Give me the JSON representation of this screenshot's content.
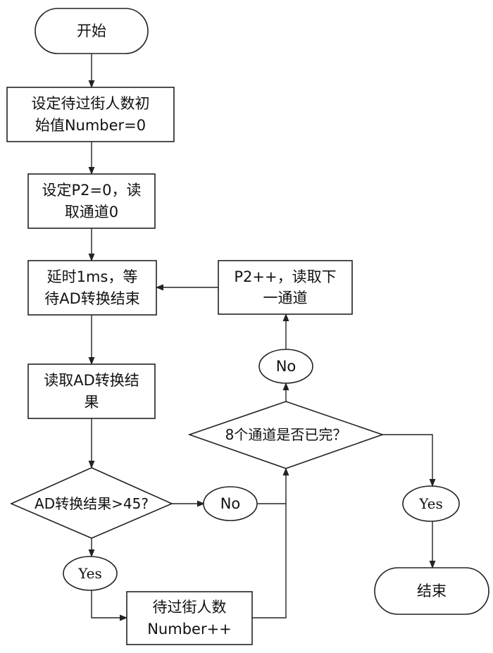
{
  "nodes": {
    "start": {
      "text": "开始"
    },
    "init_count": {
      "line1": "设定待过街人数初",
      "line2": "始值Number=0"
    },
    "init_p2": {
      "line1": "设定P2=0，读",
      "line2": "取通道0"
    },
    "delay": {
      "line1": "延时1ms，等",
      "line2": "待AD转换结束"
    },
    "next_channel": {
      "line1": "P2++，读取下",
      "line2": "一通道"
    },
    "read_result": {
      "line1": "读取AD转换结",
      "line2": "果"
    },
    "check_threshold": {
      "text": "AD转换结果>45?"
    },
    "check_channels": {
      "text": "8个通道是否已完？"
    },
    "increment": {
      "line1": "待过街人数",
      "line2": "Number++"
    },
    "end": {
      "text": "结束"
    }
  },
  "edge_labels": {
    "no_threshold": "No",
    "yes_threshold": "Yes",
    "no_channels": "No",
    "yes_channels": "Yes"
  }
}
